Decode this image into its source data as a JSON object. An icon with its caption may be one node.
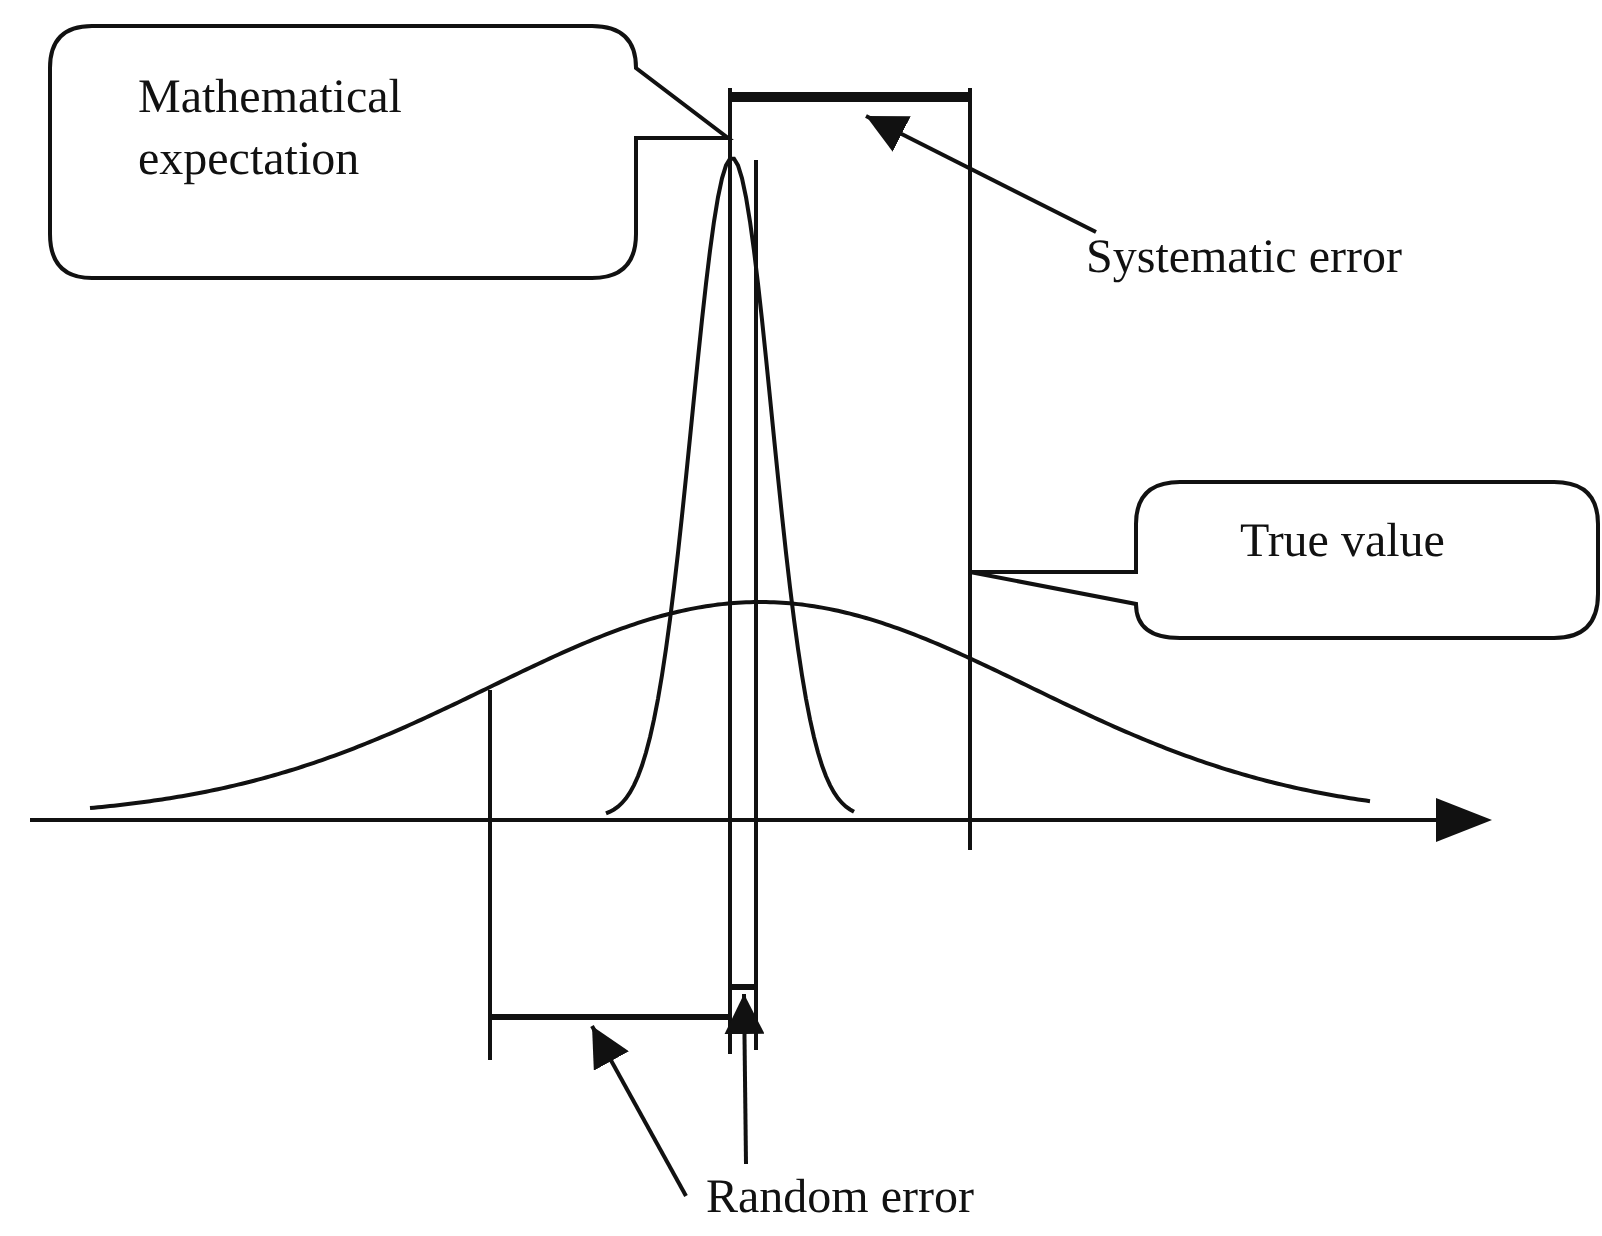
{
  "diagram": {
    "nodes": [
      {
        "text": [
          "Mathematical expectation"
        ]
      },
      {
        "text": [
          "True value"
        ]
      },
      {
        "text": [
          "Systematic error"
        ]
      },
      {
        "text": [],
        "shape": "bar"
      },
      {
        "text": [
          "Random error"
        ]
      },
      {
        "text": [],
        "shape": "bar"
      },
      {
        "text": [],
        "shape": "bar"
      }
    ],
    "edges": [
      {
        "from": 2,
        "to": 3,
        "arrow": "to"
      },
      {
        "from": 4,
        "to": 5,
        "arrow": "to"
      },
      {
        "from": 4,
        "to": 6,
        "arrow": "to"
      }
    ]
  }
}
